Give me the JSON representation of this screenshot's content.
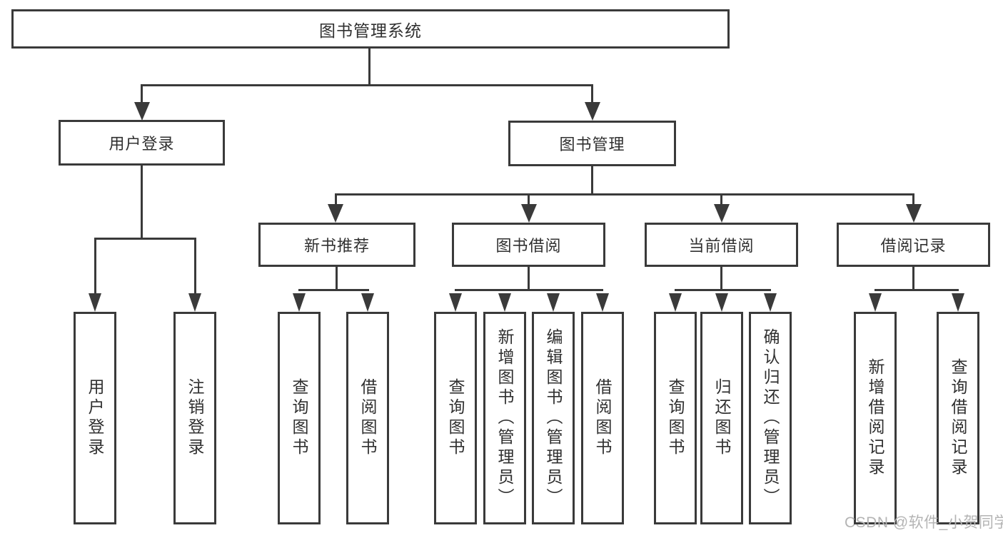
{
  "diagram": {
    "title": "图书管理系统",
    "watermark": "CSDN @软件_小贺同学",
    "colors": {
      "line": "#3a3a3a",
      "text": "#303030",
      "background": "#ffffff",
      "watermark": "#b4b4b4"
    },
    "nodes": {
      "root": {
        "label": "图书管理系统"
      },
      "user_login": {
        "label": "用户登录"
      },
      "book_mgmt": {
        "label": "图书管理"
      },
      "new_books": {
        "label": "新书推荐"
      },
      "book_borrow": {
        "label": "图书借阅"
      },
      "current_borrow": {
        "label": "当前借阅"
      },
      "borrow_records": {
        "label": "借阅记录"
      },
      "leaf_user_login": {
        "label": "用户登录"
      },
      "leaf_logout": {
        "label": "注销登录"
      },
      "leaf_nb_query": {
        "label": "查询图书"
      },
      "leaf_nb_borrow": {
        "label": "借阅图书"
      },
      "leaf_bb_query": {
        "label": "查询图书"
      },
      "leaf_bb_add": {
        "label": "新增图书（管理员）"
      },
      "leaf_bb_edit": {
        "label": "编辑图书（管理员）"
      },
      "leaf_bb_borrow": {
        "label": "借阅图书"
      },
      "leaf_cb_query": {
        "label": "查询图书"
      },
      "leaf_cb_return": {
        "label": "归还图书"
      },
      "leaf_cb_confirm": {
        "label": "确认归还（管理员）"
      },
      "leaf_br_add": {
        "label": "新增借阅记录"
      },
      "leaf_br_query": {
        "label": "查询借阅记录"
      }
    },
    "edges": [
      {
        "from": "root",
        "to": "user_login"
      },
      {
        "from": "root",
        "to": "book_mgmt"
      },
      {
        "from": "user_login",
        "to": "leaf_user_login"
      },
      {
        "from": "user_login",
        "to": "leaf_logout"
      },
      {
        "from": "book_mgmt",
        "to": "new_books"
      },
      {
        "from": "book_mgmt",
        "to": "book_borrow"
      },
      {
        "from": "book_mgmt",
        "to": "current_borrow"
      },
      {
        "from": "book_mgmt",
        "to": "borrow_records"
      },
      {
        "from": "new_books",
        "to": "leaf_nb_query"
      },
      {
        "from": "new_books",
        "to": "leaf_nb_borrow"
      },
      {
        "from": "book_borrow",
        "to": "leaf_bb_query"
      },
      {
        "from": "book_borrow",
        "to": "leaf_bb_add"
      },
      {
        "from": "book_borrow",
        "to": "leaf_bb_edit"
      },
      {
        "from": "book_borrow",
        "to": "leaf_bb_borrow"
      },
      {
        "from": "current_borrow",
        "to": "leaf_cb_query"
      },
      {
        "from": "current_borrow",
        "to": "leaf_cb_return"
      },
      {
        "from": "current_borrow",
        "to": "leaf_cb_confirm"
      },
      {
        "from": "borrow_records",
        "to": "leaf_br_add"
      },
      {
        "from": "borrow_records",
        "to": "leaf_br_query"
      }
    ]
  }
}
